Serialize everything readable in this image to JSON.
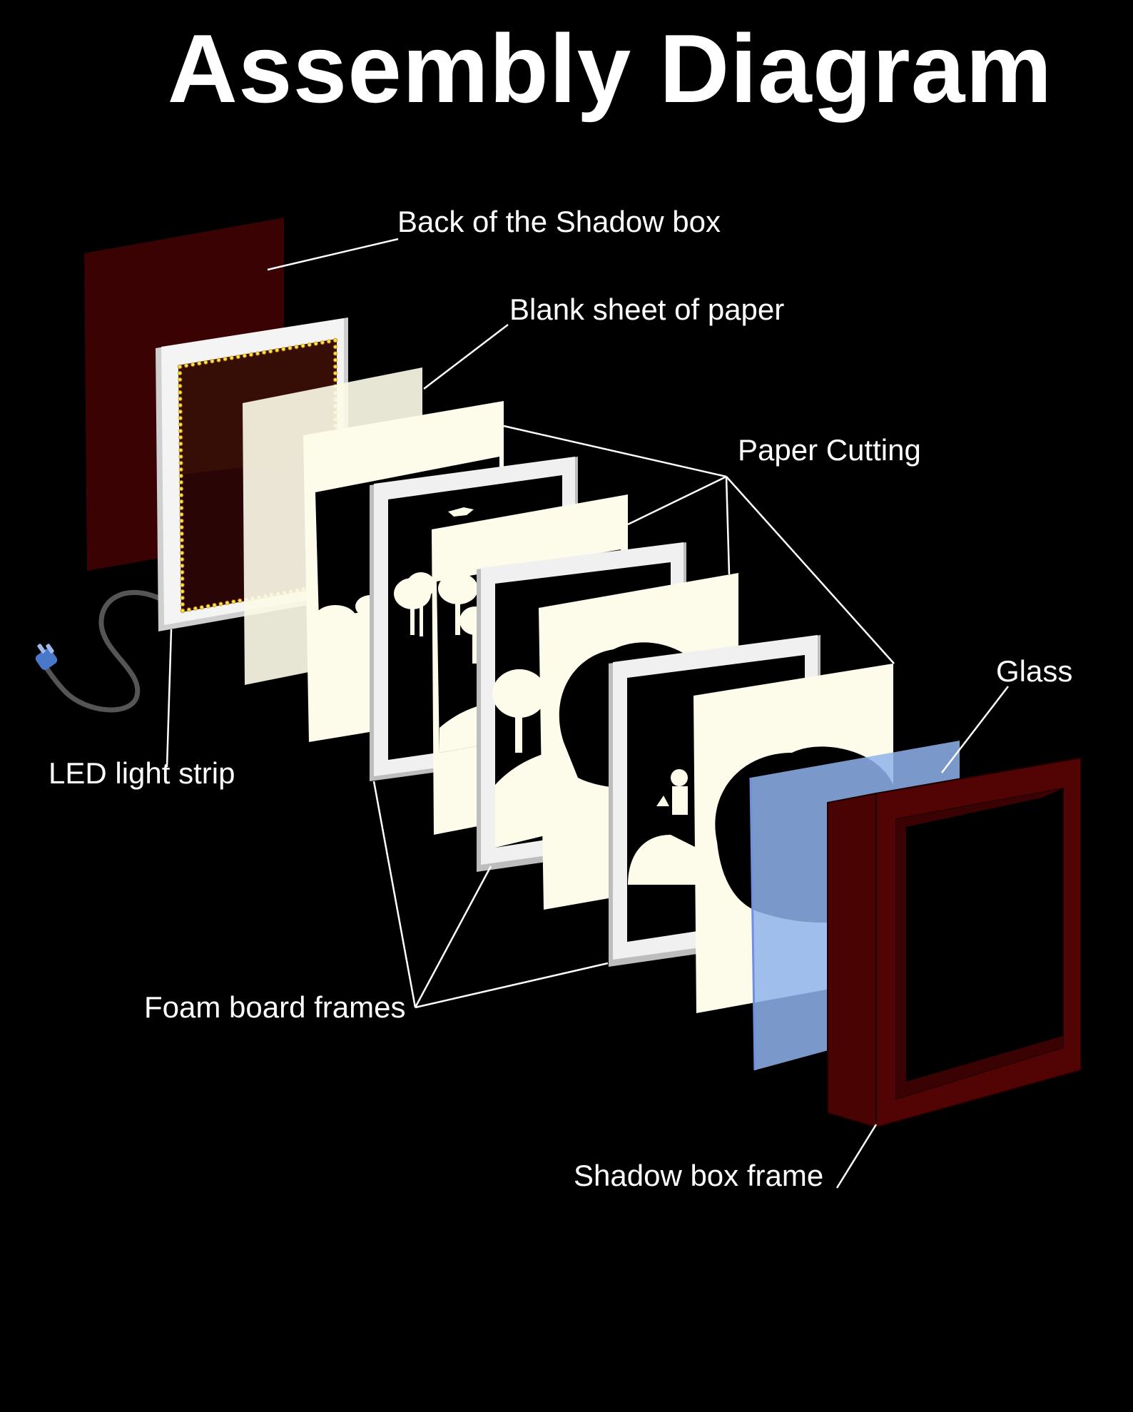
{
  "title": "Assembly Diagram",
  "labels": {
    "back": "Back of the Shadow box",
    "blank": "Blank sheet of paper",
    "cutting": "Paper Cutting",
    "glass": "Glass",
    "led": "LED light strip",
    "foam": "Foam board frames",
    "frame": "Shadow box frame"
  },
  "colors": {
    "background": "#000000",
    "back_panel": "#3a0202",
    "paper": "#fdfbea",
    "foam_frame": "#e8e8e8",
    "glass": "#8fb3ec",
    "shadow_box": "#4a0303",
    "led": "#f3c21a",
    "plug": "#4a78c8"
  }
}
